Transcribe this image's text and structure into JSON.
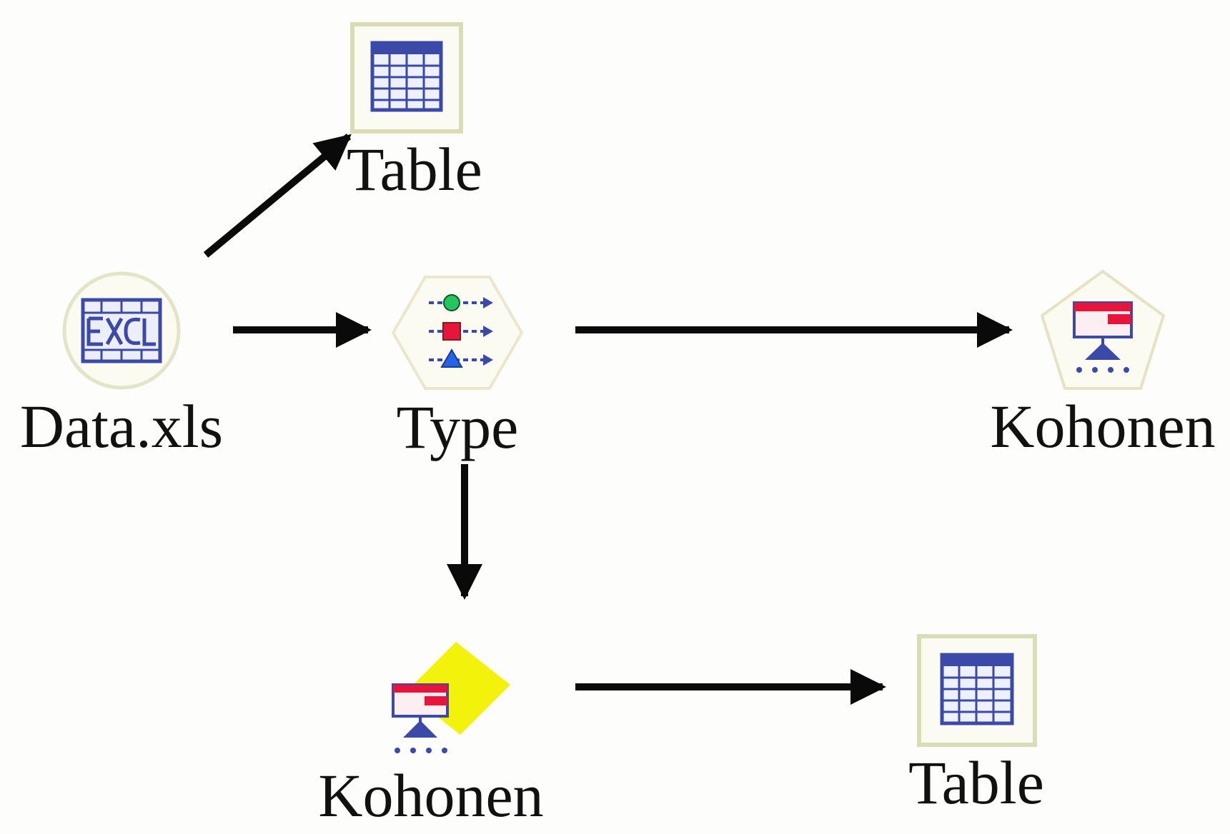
{
  "nodes": {
    "data_source": {
      "label": "Data.xls",
      "icon": "excel-source-icon"
    },
    "table_top": {
      "label": "Table",
      "icon": "table-icon"
    },
    "type": {
      "label": "Type",
      "icon": "type-icon"
    },
    "kohonen_model": {
      "label": "Kohonen",
      "icon": "kohonen-model-icon"
    },
    "kohonen_nugget": {
      "label": "Kohonen",
      "icon": "kohonen-nugget-icon"
    },
    "table_bottom": {
      "label": "Table",
      "icon": "table-icon"
    }
  },
  "connections": [
    {
      "from": "Data.xls",
      "to": "Table"
    },
    {
      "from": "Data.xls",
      "to": "Type"
    },
    {
      "from": "Type",
      "to": "Kohonen"
    },
    {
      "from": "Type",
      "to": "Kohonen"
    },
    {
      "from": "Kohonen",
      "to": "Table"
    }
  ],
  "colors": {
    "arrow": "#0a0a0a",
    "icon_blue": "#3b4aa8",
    "icon_red": "#e8143c",
    "icon_green": "#22c55e",
    "nugget_yellow": "#f2f20a",
    "frame_beige": "#d9dcb4"
  }
}
